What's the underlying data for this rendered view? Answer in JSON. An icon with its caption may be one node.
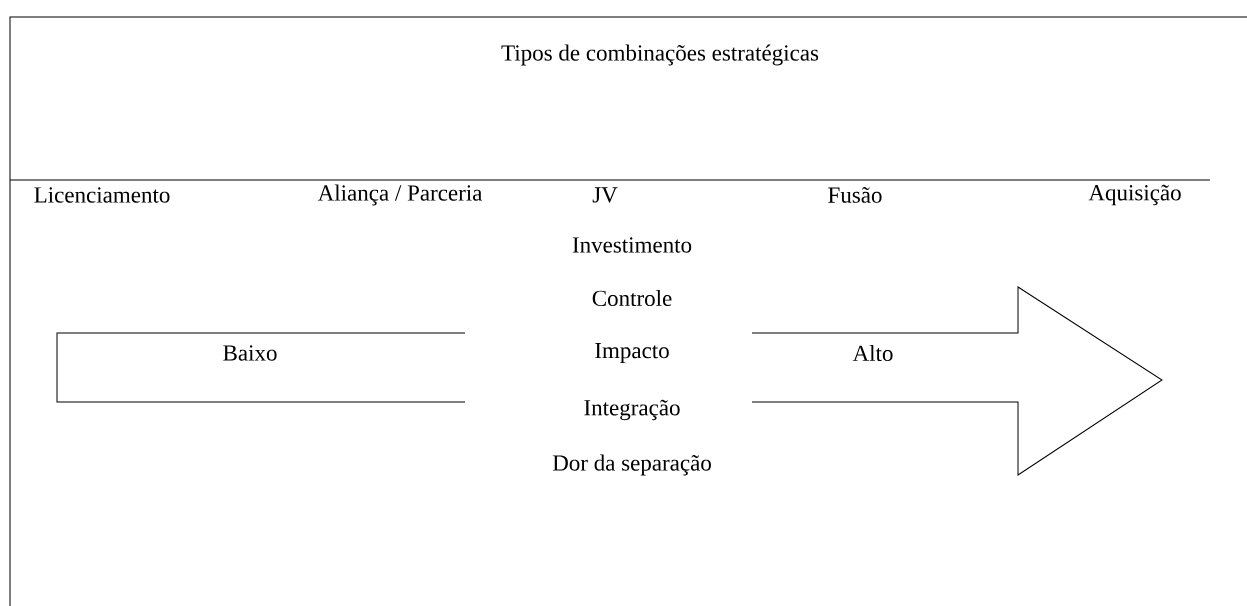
{
  "diagram": {
    "title": "Tipos de combinações estratégicas",
    "labels": [
      "Licenciamento",
      "Aliança / Parceria",
      "JV",
      "Fusão",
      "Aquisição",
      "Investimento",
      "Controle",
      "Baixo",
      "Impacto",
      "Alto",
      "Integração",
      "Dor da separação"
    ]
  }
}
